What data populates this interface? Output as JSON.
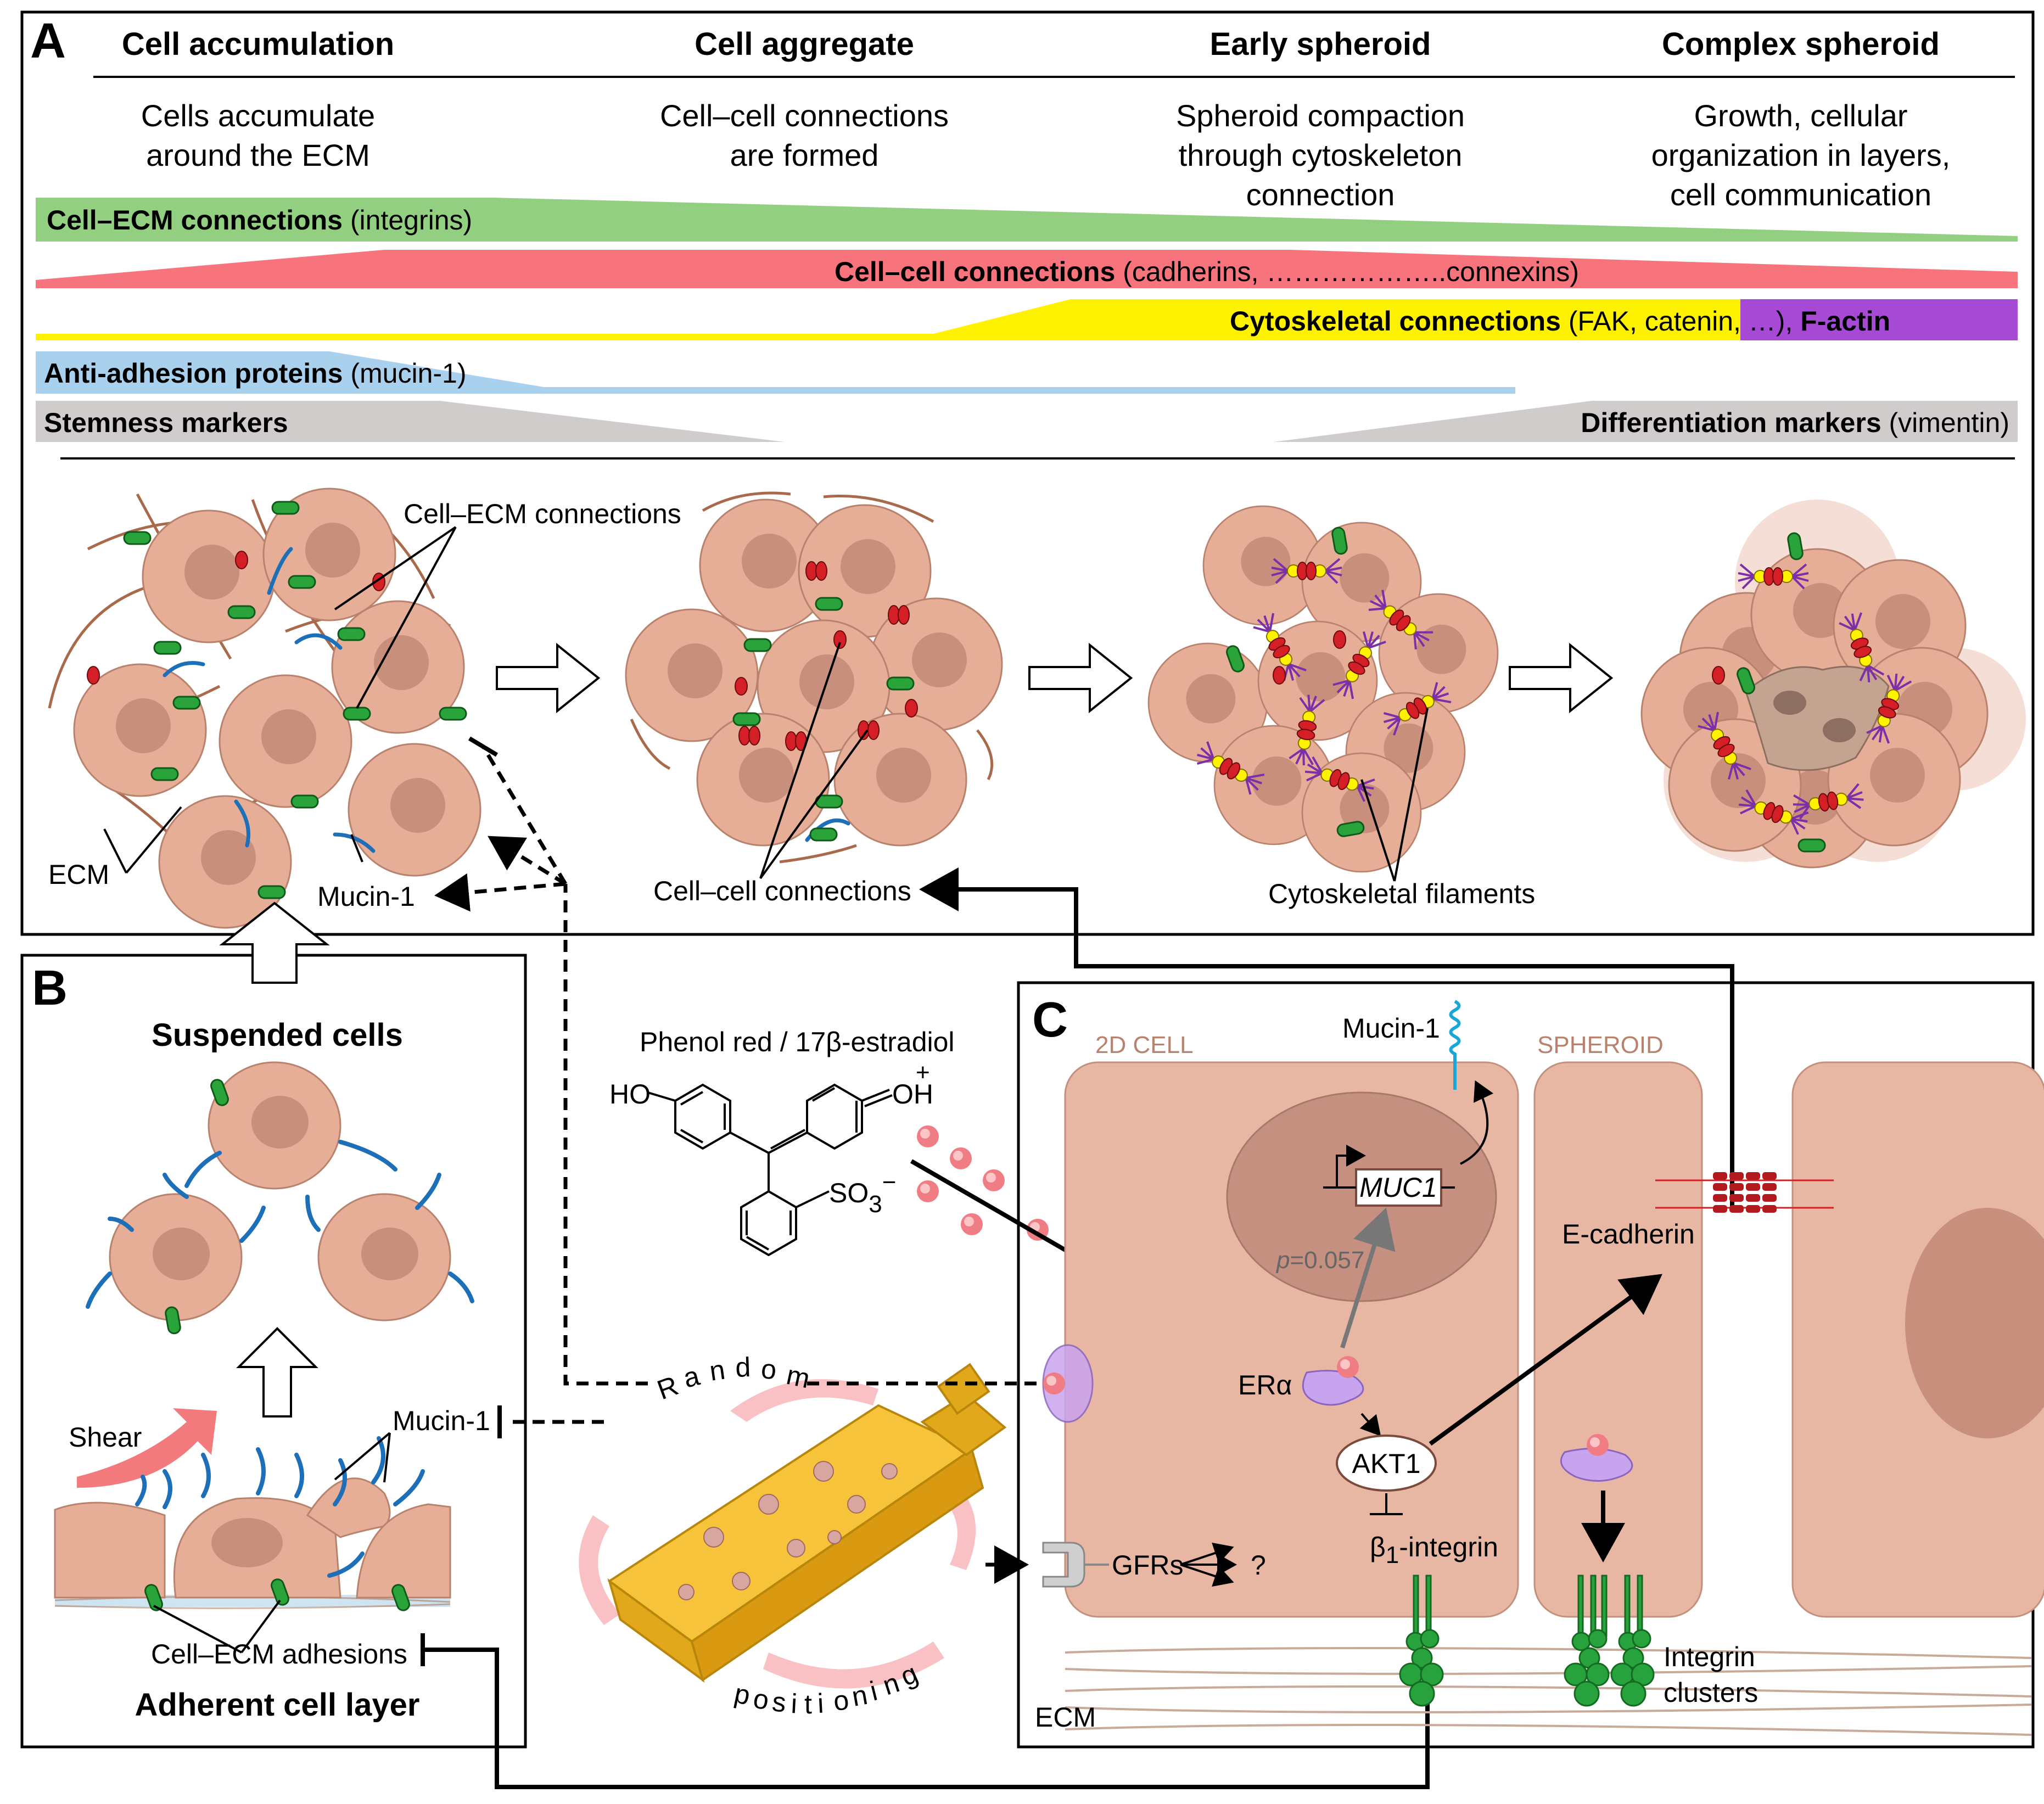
{
  "colors": {
    "cell": "#e6ad97",
    "cell_stroke": "#b8826d",
    "nucleus": "#c98f7d",
    "integrin": "#2aa33a",
    "cadherin": "#d41f26",
    "mucin": "#1d6fb8",
    "cytoskeleton": "#7b2fa8",
    "ecm": "#a9694b",
    "bar_green": "#93cf80",
    "bar_red": "#f7747c",
    "bar_yellow": "#fff200",
    "bar_purple": "#a64ad6",
    "bar_blue": "#a9d1ee",
    "bar_grey": "#cfcccb",
    "estradiol": "#f07c84",
    "receptor": "#b796e0"
  },
  "panel_a": {
    "letter": "A",
    "stages": [
      {
        "title": "Cell accumulation",
        "desc": [
          "Cells accumulate",
          "around the ECM"
        ]
      },
      {
        "title": "Cell aggregate",
        "desc": [
          "Cell–cell connections",
          "are formed"
        ]
      },
      {
        "title": "Early spheroid",
        "desc": [
          "Spheroid compaction",
          "through cytoskeleton",
          "connection"
        ]
      },
      {
        "title": "Complex spheroid",
        "desc": [
          "Growth, cellular",
          "organization in layers,",
          "cell communication"
        ]
      }
    ],
    "bars": {
      "cell_ecm": {
        "bold": "Cell–ECM connections",
        "rest": " (integrins)"
      },
      "cell_cell": {
        "bold": "Cell–cell connections",
        "rest": " (cadherins, ………………..connexins)"
      },
      "cytoskeletal": {
        "bold": "Cytoskeletal connections",
        "rest": " (FAK, catenin, …), ",
        "bold2": "F-actin"
      },
      "anti_adhesion": {
        "bold": "Anti-adhesion proteins",
        "rest": " (mucin-1)"
      },
      "stemness": {
        "bold": "Stemness markers"
      },
      "differentiation": {
        "bold": "Differentiation markers",
        "rest": " (vimentin)"
      }
    },
    "labels": {
      "cell_ecm_connections": "Cell–ECM connections",
      "ecm": "ECM",
      "mucin": "Mucin-1",
      "cell_cell_connections": "Cell–cell connections",
      "cytoskeletal_filaments": "Cytoskeletal filaments"
    }
  },
  "panel_b": {
    "letter": "B",
    "suspended": "Suspended cells",
    "shear": "Shear",
    "mucin": "Mucin-1",
    "adhesions": "Cell–ECM adhesions",
    "adherent": "Adherent cell layer"
  },
  "middle": {
    "compound": "Phenol red / 17β-estradiol",
    "ho": "HO",
    "oh_plus": "+",
    "oh": "OH",
    "so3": "SO",
    "so3_sub": "3",
    "so3_sup": "−",
    "random": [
      "R",
      "a",
      "n",
      "d",
      "o",
      "m"
    ],
    "positioning": [
      "p",
      "o",
      "s",
      "i",
      "t",
      "i",
      "o",
      "n",
      "i",
      "n",
      "g"
    ]
  },
  "panel_c": {
    "letter": "C",
    "cell_2d": "2D CELL",
    "spheroid": "SPHEROID",
    "mucin": "Mucin-1",
    "muc1": "MUC1",
    "p_italic": "p",
    "p_value": "=0.057",
    "era": "ERα",
    "akt1": "AKT1",
    "ecadherin": "E-cadherin",
    "b1_integrin_pre": "β",
    "b1_integrin_sub": "1",
    "b1_integrin_post": "-integrin",
    "gfrs": "GFRs",
    "question": "?",
    "ecm": "ECM",
    "integrin_clusters": [
      "Integrin",
      "clusters"
    ]
  }
}
